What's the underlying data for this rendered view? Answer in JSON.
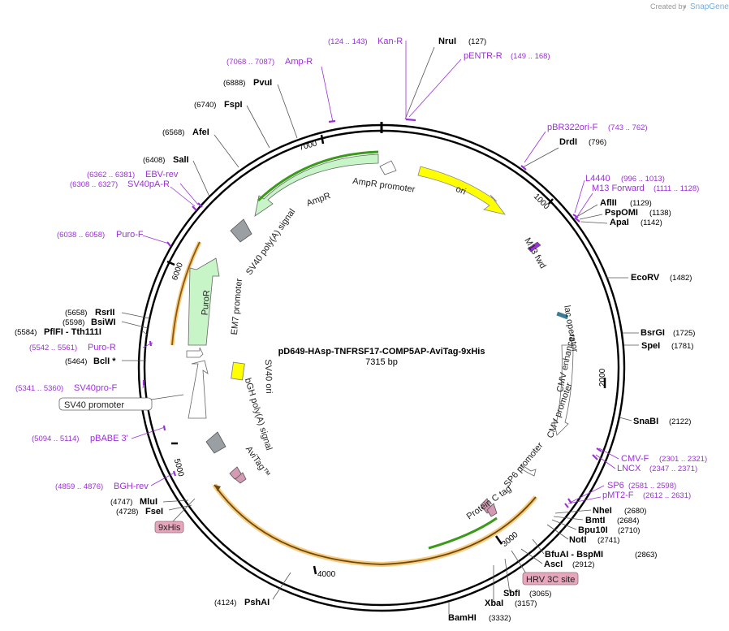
{
  "branding": {
    "created_by": "Created by",
    "app_name": "SnapGene"
  },
  "plasmid": {
    "name": "pD649-HAsp-TNFRSF17-COMP5AP-AviTag-9xHis",
    "length_label": "7315 bp"
  },
  "ticks": [
    "1000",
    "2000",
    "3000",
    "4000",
    "5000",
    "6000",
    "7000"
  ],
  "restriction_sites": [
    {
      "name": "NruI",
      "pos": "(127)"
    },
    {
      "name": "DrdI",
      "pos": "(796)"
    },
    {
      "name": "AflII",
      "pos": "(1129)"
    },
    {
      "name": "PspOMI",
      "pos": "(1138)"
    },
    {
      "name": "ApaI",
      "pos": "(1142)"
    },
    {
      "name": "EcoRV",
      "pos": "(1482)"
    },
    {
      "name": "BsrGI",
      "pos": "(1725)"
    },
    {
      "name": "SpeI",
      "pos": "(1781)"
    },
    {
      "name": "SnaBI",
      "pos": "(2122)"
    },
    {
      "name": "NheI",
      "pos": "(2680)"
    },
    {
      "name": "BmtI",
      "pos": "(2684)"
    },
    {
      "name": "Bpu10I",
      "pos": "(2710)"
    },
    {
      "name": "NotI",
      "pos": "(2741)"
    },
    {
      "name": "BfuAI - BspMI",
      "pos": "(2863)"
    },
    {
      "name": "AscI",
      "pos": "(2912)"
    },
    {
      "name": "SbfI",
      "pos": "(3065)"
    },
    {
      "name": "XbaI",
      "pos": "(3157)"
    },
    {
      "name": "BamHI",
      "pos": "(3332)"
    },
    {
      "name": "PshAI",
      "pos": "(4124)"
    },
    {
      "name": "FseI",
      "pos": "(4728)"
    },
    {
      "name": "MluI",
      "pos": "(4747)"
    },
    {
      "name": "BclI *",
      "pos": "(5464)"
    },
    {
      "name": "PflFI - Tth111I",
      "pos": "(5584)"
    },
    {
      "name": "BsiWI",
      "pos": "(5598)"
    },
    {
      "name": "RsrII",
      "pos": "(5658)"
    },
    {
      "name": "SalI",
      "pos": "(6408)"
    },
    {
      "name": "AfeI",
      "pos": "(6568)"
    },
    {
      "name": "FspI",
      "pos": "(6740)"
    },
    {
      "name": "PvuI",
      "pos": "(6888)"
    }
  ],
  "primers": [
    {
      "name": "Kan-R",
      "range": "(124 .. 143)"
    },
    {
      "name": "pENTR-R",
      "range": "(149 .. 168)"
    },
    {
      "name": "Amp-R",
      "range": "(7068 .. 7087)"
    },
    {
      "name": "pBR322ori-F",
      "range": "(743 .. 762)"
    },
    {
      "name": "L4440",
      "range": "(996 .. 1013)"
    },
    {
      "name": "M13 Forward",
      "range": "(1111 .. 1128)"
    },
    {
      "name": "CMV-F",
      "range": "(2301 .. 2321)"
    },
    {
      "name": "LNCX",
      "range": "(2347 .. 2371)"
    },
    {
      "name": "SP6",
      "range": "(2581 .. 2598)"
    },
    {
      "name": "pMT2-F",
      "range": "(2612 .. 2631)"
    },
    {
      "name": "EBV-rev",
      "range": "(6362 .. 6381)"
    },
    {
      "name": "SV40pA-R",
      "range": "(6308 .. 6327)"
    },
    {
      "name": "Puro-F",
      "range": "(6038 .. 6058)"
    },
    {
      "name": "Puro-R",
      "range": "(5542 .. 5561)"
    },
    {
      "name": "SV40pro-F",
      "range": "(5341 .. 5360)"
    },
    {
      "name": "pBABE 3'",
      "range": "(5094 .. 5114)"
    },
    {
      "name": "BGH-rev",
      "range": "(4859 .. 4876)"
    }
  ],
  "boxed_features": [
    "SV40 promoter",
    "9xHis",
    "HRV 3C site"
  ],
  "features": [
    "ori",
    "AmpR promoter",
    "AmpR",
    "SV40 poly(A) signal",
    "PuroR",
    "EM7 promoter",
    "SV40 ori",
    "bGH poly(A) signal",
    "AviTag™",
    "M13 fwd",
    "lac operator",
    "CMV enhancer",
    "CMV promoter",
    "SP6 promoter",
    "Protein C tag"
  ],
  "colors": {
    "primer": "#9b30d9",
    "ori": "#ffff00",
    "resistance": "#c8f5c8",
    "grey_feature": "#9a9fa3",
    "orange_feature": "#f5a623",
    "lac_operator": "#3c7a96",
    "tag_pink": "#d49ab4",
    "green_line": "#3a9a1a"
  }
}
